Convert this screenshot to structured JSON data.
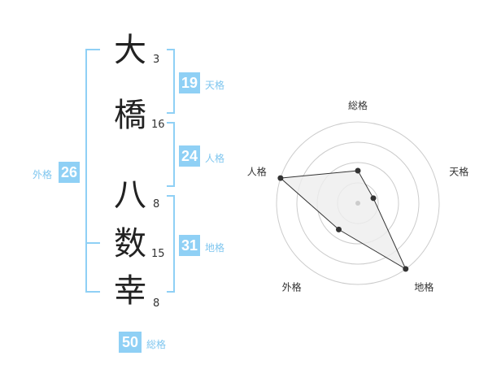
{
  "name": {
    "chars": [
      {
        "char": "大",
        "strokes": "3"
      },
      {
        "char": "橋",
        "strokes": "16"
      },
      {
        "char": "八",
        "strokes": "8"
      },
      {
        "char": "数",
        "strokes": "15"
      },
      {
        "char": "幸",
        "strokes": "8"
      }
    ]
  },
  "fortunes": {
    "tenkaku": {
      "label": "天格",
      "value": "19"
    },
    "jinkaku": {
      "label": "人格",
      "value": "24"
    },
    "chikaku": {
      "label": "地格",
      "value": "31"
    },
    "gaikaku": {
      "label": "外格",
      "value": "26"
    },
    "soukaku": {
      "label": "総格",
      "value": "50"
    }
  },
  "radar": {
    "axes": [
      "総格",
      "天格",
      "地格",
      "外格",
      "人格"
    ],
    "values": [
      0.4,
      0.2,
      1.0,
      0.4,
      1.0
    ],
    "colors": {
      "grid": "#cccccc",
      "fill": "#eeeeee",
      "line": "#333333",
      "point": "#333333"
    }
  }
}
